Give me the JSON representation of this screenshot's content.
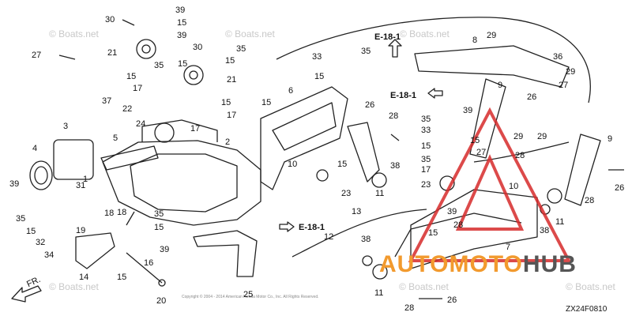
{
  "watermarks": [
    "© Boats.net",
    "© Boats.net",
    "© Boats.net",
    "© Boats.net",
    "© Boats.net",
    "© Boats.net"
  ],
  "logo": {
    "part_a": "AUTOMOTO",
    "part_b": "HUB",
    "color_a": "#f29a2e",
    "color_b": "#555555",
    "triangle_color": "#d62b2b"
  },
  "diagram_code": "ZX24F0810",
  "copyright": "Copyright © 2004 - 2014 American Honda Motor Co., Inc. All Rights Reserved.",
  "fr_label": "FR.",
  "refs": [
    "E-18-1",
    "E-18-1",
    "E-18-1"
  ],
  "callouts": [
    "30",
    "39",
    "15",
    "39",
    "35",
    "15",
    "30",
    "27",
    "21",
    "21",
    "35",
    "15",
    "15",
    "37",
    "15",
    "17",
    "15",
    "22",
    "24",
    "17",
    "17",
    "2",
    "3",
    "4",
    "5",
    "39",
    "31",
    "1",
    "18",
    "19",
    "35",
    "15",
    "16",
    "39",
    "35",
    "15",
    "32",
    "34",
    "14",
    "15",
    "20",
    "25",
    "13",
    "12",
    "6",
    "10",
    "15",
    "23",
    "38",
    "11",
    "28",
    "26",
    "33",
    "35",
    "15",
    "9",
    "39",
    "35",
    "33",
    "15",
    "35",
    "15",
    "17",
    "23",
    "10",
    "29",
    "28",
    "27",
    "8",
    "29",
    "36",
    "29",
    "27",
    "26",
    "29",
    "9",
    "26",
    "28",
    "11",
    "28",
    "38",
    "7",
    "11",
    "28",
    "26",
    "39",
    "15",
    "18",
    "38"
  ]
}
